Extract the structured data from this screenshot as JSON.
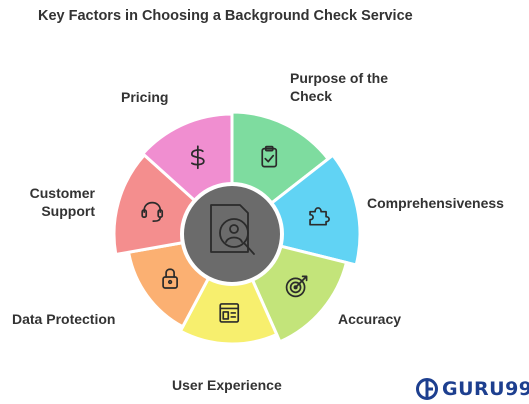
{
  "title": "Key Factors in Choosing a Background Check Service",
  "center": {
    "icon": "background-check-search-icon"
  },
  "segments": [
    {
      "key": "purpose",
      "label": "Purpose of the\nCheck",
      "color": "#7edc9f",
      "icon": "clipboard-check-icon"
    },
    {
      "key": "comprehensiveness",
      "label": "Comprehensiveness",
      "color": "#61d3f4",
      "icon": "puzzle-icon"
    },
    {
      "key": "accuracy",
      "label": "Accuracy",
      "color": "#c3e47a",
      "icon": "target-icon"
    },
    {
      "key": "user_experience",
      "label": "User Experience",
      "color": "#f7ef6e",
      "icon": "layout-icon"
    },
    {
      "key": "data_protection",
      "label": "Data Protection",
      "color": "#fbb072",
      "icon": "lock-icon"
    },
    {
      "key": "customer_support",
      "label": "Customer\nSupport",
      "color": "#f48e8e",
      "icon": "headset-icon"
    },
    {
      "key": "pricing",
      "label": "Pricing",
      "color": "#f08ed0",
      "icon": "dollar-icon"
    }
  ],
  "brand": {
    "name": "GURU99",
    "color": "#1d3f8f"
  }
}
